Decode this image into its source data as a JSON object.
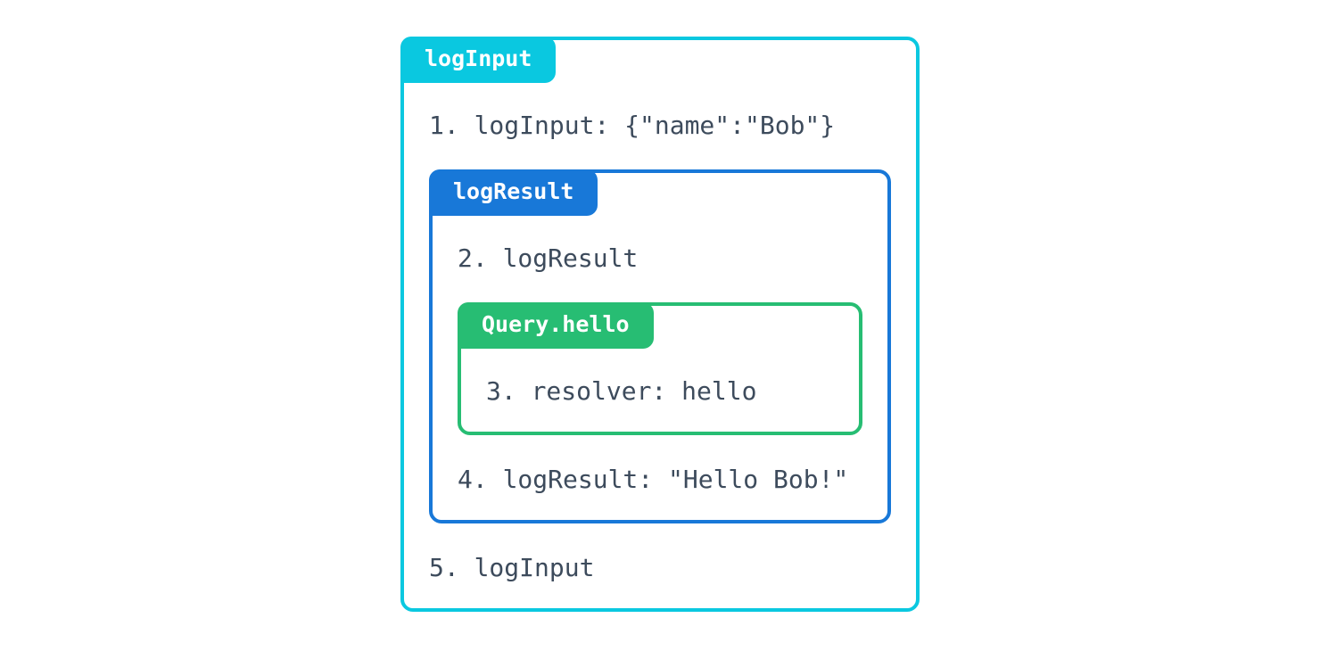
{
  "colors": {
    "cyan": "#0ac8e0",
    "blue": "#1878d8",
    "green": "#27bd73",
    "text": "#3d4b5c",
    "badge_text": "#ffffff",
    "background": "#ffffff"
  },
  "diagram": {
    "outer_box": {
      "badge": "logInput",
      "accent_color": "#0ac8e0",
      "step_before": "1. logInput: {\"name\":\"Bob\"}",
      "step_after": "5. logInput",
      "middle_box": {
        "badge": "logResult",
        "accent_color": "#1878d8",
        "step_before": "2. logResult",
        "step_after": "4. logResult: \"Hello Bob!\"",
        "inner_box": {
          "badge": "Query.hello",
          "accent_color": "#27bd73",
          "step": "3. resolver: hello"
        }
      }
    }
  }
}
